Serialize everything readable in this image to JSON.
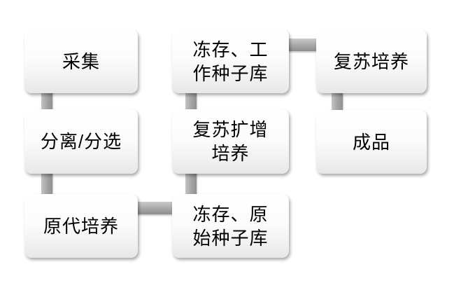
{
  "diagram": {
    "type": "flowchart",
    "background": "#ffffff",
    "text_color": "#000000",
    "box_fill_top": "#ffffff",
    "box_fill_bottom": "#e7e7e7",
    "connector_color": "#a3a3a3",
    "nodes": [
      {
        "id": "collect",
        "label": "采集"
      },
      {
        "id": "separate-sort",
        "label": "分离/分选"
      },
      {
        "id": "primary-culture",
        "label": "原代培养"
      },
      {
        "id": "cryo-original-seed-bank",
        "label": "冻存、原\n始种子库"
      },
      {
        "id": "thaw-expansion-culture",
        "label": "复苏扩增\n培养"
      },
      {
        "id": "cryo-working-seed-bank",
        "label": "冻存、工\n作种子库"
      },
      {
        "id": "thaw-culture",
        "label": "复苏培养"
      },
      {
        "id": "finished-product",
        "label": "成品"
      }
    ],
    "connections": [
      {
        "from": "collect",
        "to": "separate-sort"
      },
      {
        "from": "separate-sort",
        "to": "primary-culture"
      },
      {
        "from": "primary-culture",
        "to": "cryo-original-seed-bank"
      },
      {
        "from": "cryo-original-seed-bank",
        "to": "thaw-expansion-culture"
      },
      {
        "from": "thaw-expansion-culture",
        "to": "cryo-working-seed-bank"
      },
      {
        "from": "cryo-working-seed-bank",
        "to": "thaw-culture"
      },
      {
        "from": "thaw-culture",
        "to": "finished-product"
      }
    ]
  }
}
